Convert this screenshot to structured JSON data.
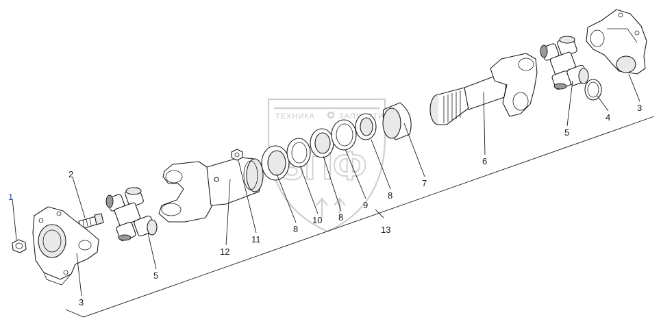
{
  "watermark": {
    "text_left": "ТЕХНИКА",
    "text_right": "ЗАПЧАСТИ",
    "big_text": "ЗПФ"
  },
  "callouts": [
    {
      "id": "c1",
      "label": "1",
      "color": "#1f4fb5"
    },
    {
      "id": "c2",
      "label": "2"
    },
    {
      "id": "c3a",
      "label": "3"
    },
    {
      "id": "c5a",
      "label": "5"
    },
    {
      "id": "c12",
      "label": "12"
    },
    {
      "id": "c11",
      "label": "11"
    },
    {
      "id": "c8a",
      "label": "8"
    },
    {
      "id": "c10",
      "label": "10"
    },
    {
      "id": "c8b",
      "label": "8"
    },
    {
      "id": "c9",
      "label": "9"
    },
    {
      "id": "c8c",
      "label": "8"
    },
    {
      "id": "c7",
      "label": "7"
    },
    {
      "id": "c13",
      "label": "13"
    },
    {
      "id": "c6",
      "label": "6"
    },
    {
      "id": "c5b",
      "label": "5"
    },
    {
      "id": "c4",
      "label": "4"
    },
    {
      "id": "c3b",
      "label": "3"
    }
  ]
}
